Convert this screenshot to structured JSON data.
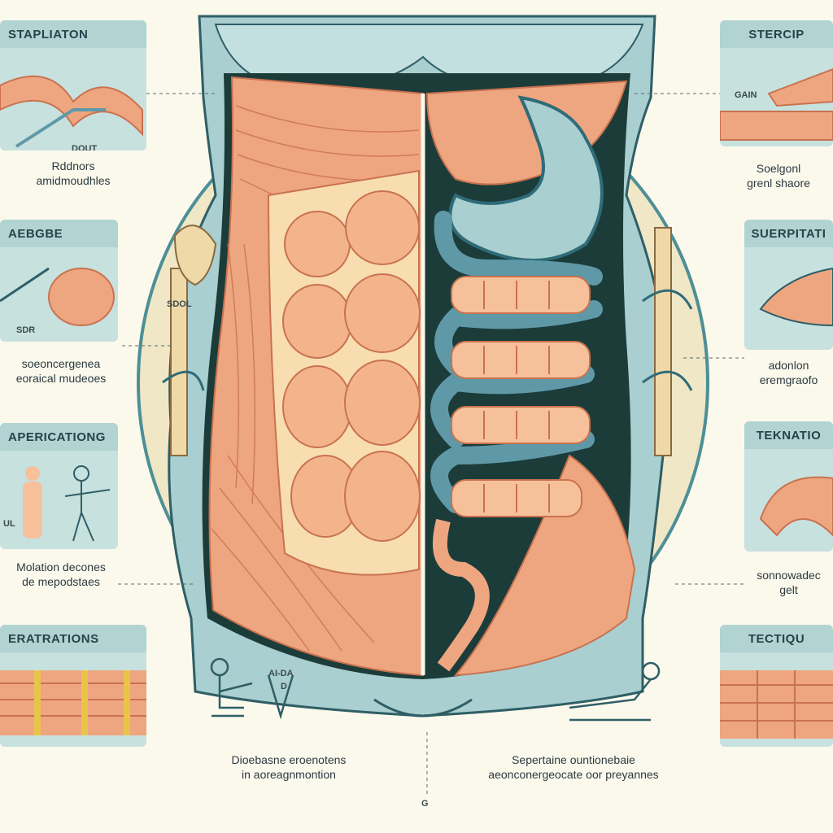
{
  "colors": {
    "background": "#fbf9ec",
    "panel": "#c7e1df",
    "panel_header": "#b1d4d2",
    "muscle": "#eea680",
    "muscle_dark": "#c9724f",
    "fat": "#f7ddb0",
    "skin": "#a9cfd0",
    "intestine_outline": "#5f99a8",
    "cavity": "#1c3c3a"
  },
  "left_panels": [
    {
      "title": "STAPLIATON",
      "label": "DOUT",
      "caption": [
        "Rddnors",
        "amidmoudhles"
      ]
    },
    {
      "title": "AEBGBE",
      "label": "SDR",
      "caption": [
        "soeoncergenea",
        "eoraical mudeoes"
      ]
    },
    {
      "title": "APERICATIONG",
      "label": "UL",
      "caption": [
        "Molation decones",
        "de mepodstaes"
      ]
    },
    {
      "title": "ERATRATIONS",
      "label": "",
      "caption": []
    }
  ],
  "right_panels": [
    {
      "title": "STERCIP",
      "label": "GAIN",
      "caption": [
        "Soelgonl",
        "grenl shaore"
      ]
    },
    {
      "title": "SUERPITATI",
      "label": "",
      "caption": [
        "adonlon",
        "eremgraofo"
      ]
    },
    {
      "title": "TEKNATIO",
      "label": "",
      "caption": [
        "sonnowadec",
        "gelt"
      ]
    },
    {
      "title": "TECTIQU",
      "label": "",
      "caption": []
    }
  ],
  "center": {
    "spine_left_label": "SDOL",
    "bottom_left_label": "AI-DA",
    "bottom_left_label2": "D",
    "bottom_left_caption": [
      "Dioebasne eroenotens",
      "in aoreagnmontion"
    ],
    "bottom_right_caption": [
      "Sepertaine ountionebaie",
      "aeonconergeocate oor preyannes"
    ],
    "footer_mark": "G"
  }
}
